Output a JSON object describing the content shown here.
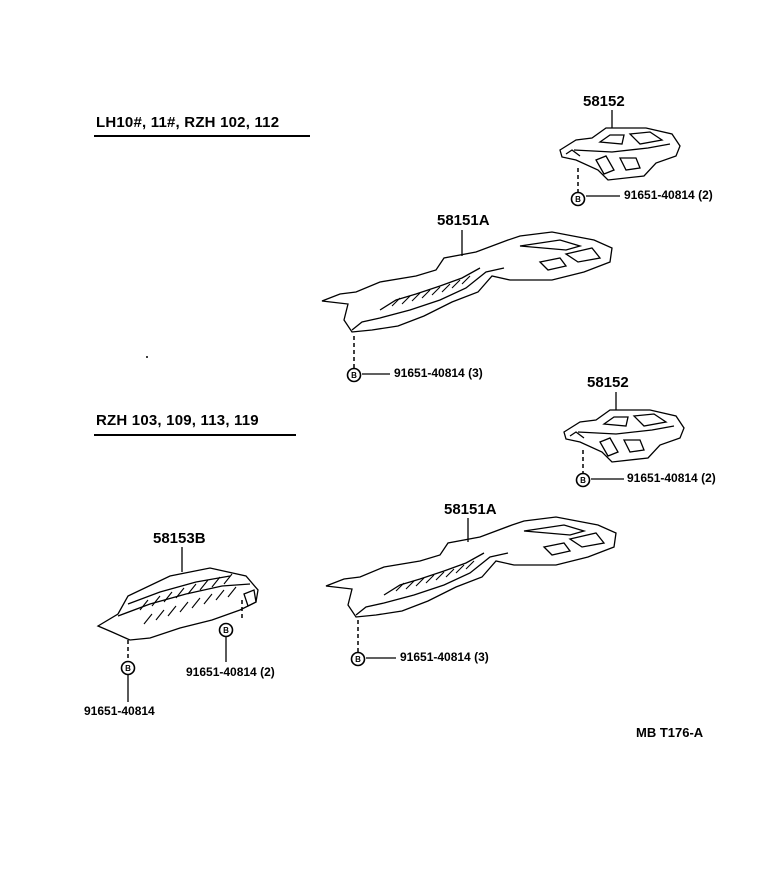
{
  "groups": {
    "group1": {
      "title": "LH10#, 11#, RZH 102, 112"
    },
    "group2": {
      "title": "RZH 103, 109, 113, 119"
    }
  },
  "parts": {
    "g1_top_part": "58152",
    "g1_main_part": "58151A",
    "g2_top_part": "58152",
    "g2_main_part": "58151A",
    "g2_left_part": "58153B"
  },
  "bolts": {
    "g1_top_bolt": "91651-40814 (2)",
    "g1_main_bolt": "91651-40814 (3)",
    "g2_top_bolt": "91651-40814 (2)",
    "g2_main_bolt": "91651-40814 (3)",
    "g2_left_bolt_right": "91651-40814 (2)",
    "g2_left_bolt_left": "91651-40814"
  },
  "bolt_symbol": "B",
  "reference": "MB T176-A"
}
